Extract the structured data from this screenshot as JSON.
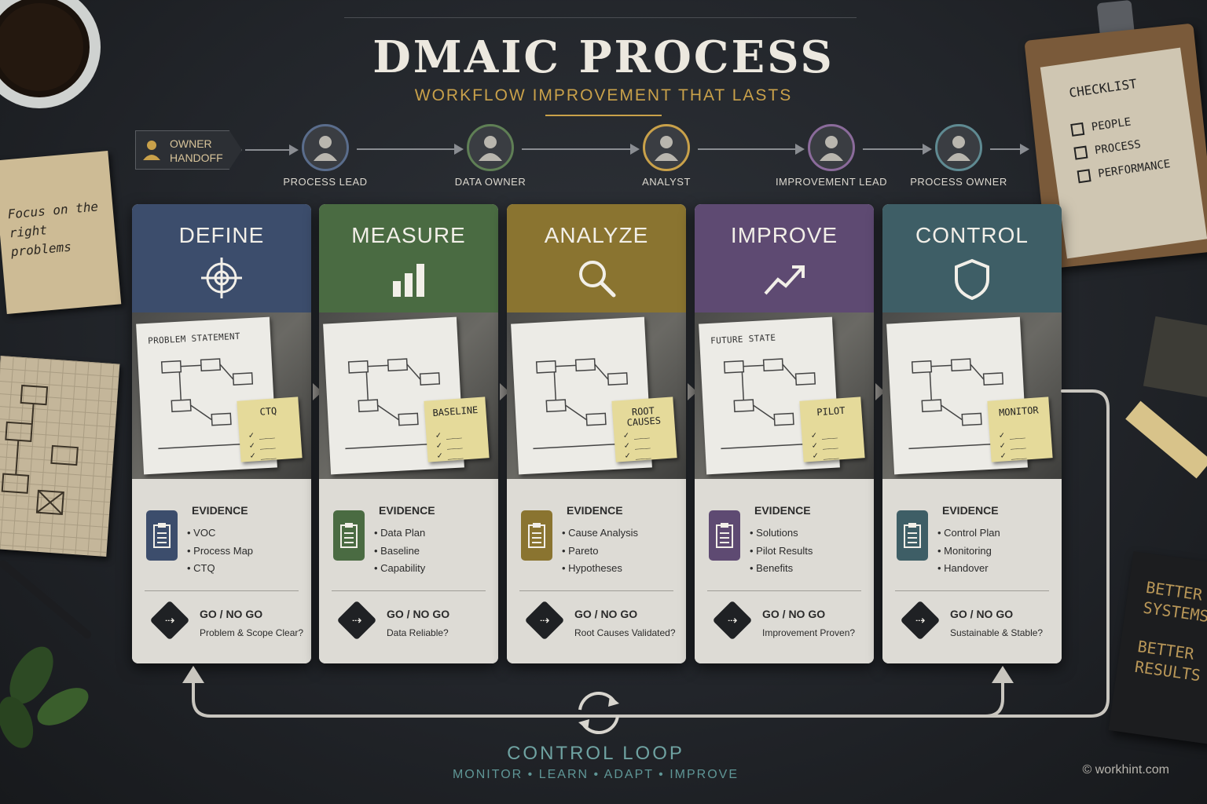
{
  "header": {
    "title": "DMAIC PROCESS",
    "subtitle": "WORKFLOW IMPROVEMENT THAT LASTS"
  },
  "handoff": {
    "label_line1": "OWNER",
    "label_line2": "HANDOFF"
  },
  "roles": [
    {
      "label": "PROCESS LEAD",
      "color": "#5a6d8c"
    },
    {
      "label": "DATA OWNER",
      "color": "#5f7f55"
    },
    {
      "label": "ANALYST",
      "color": "#c9a14a"
    },
    {
      "label": "IMPROVEMENT LEAD",
      "color": "#8b6b9b"
    },
    {
      "label": "PROCESS OWNER",
      "color": "#5f8a92"
    }
  ],
  "phases": [
    {
      "title": "DEFINE",
      "icon": "target-icon",
      "color": "#3c4d6c",
      "photo_paper_title": "PROBLEM STATEMENT",
      "sticky": "CTQ",
      "evidence_title": "EVIDENCE",
      "evidence": [
        "• VOC",
        "• Process Map",
        "• CTQ"
      ],
      "gate_title": "GO / NO GO",
      "gate_question": "Problem & Scope Clear?"
    },
    {
      "title": "MEASURE",
      "icon": "bar-chart-icon",
      "color": "#4a6b42",
      "photo_paper_title": "",
      "sticky": "BASELINE",
      "evidence_title": "EVIDENCE",
      "evidence": [
        "• Data Plan",
        "• Baseline",
        "• Capability"
      ],
      "gate_title": "GO / NO GO",
      "gate_question": "Data Reliable?"
    },
    {
      "title": "ANALYZE",
      "icon": "magnifier-icon",
      "color": "#8a7430",
      "photo_paper_title": "",
      "sticky": "ROOT CAUSES",
      "evidence_title": "EVIDENCE",
      "evidence": [
        "• Cause Analysis",
        "• Pareto",
        "• Hypotheses"
      ],
      "gate_title": "GO / NO GO",
      "gate_question": "Root Causes Validated?"
    },
    {
      "title": "IMPROVE",
      "icon": "trend-up-icon",
      "color": "#5e4a72",
      "photo_paper_title": "FUTURE STATE",
      "sticky": "PILOT",
      "evidence_title": "EVIDENCE",
      "evidence": [
        "• Solutions",
        "• Pilot Results",
        "• Benefits"
      ],
      "gate_title": "GO / NO GO",
      "gate_question": "Improvement Proven?"
    },
    {
      "title": "CONTROL",
      "icon": "shield-icon",
      "color": "#3e5e66",
      "photo_paper_title": "",
      "sticky": "MONITOR",
      "evidence_title": "EVIDENCE",
      "evidence": [
        "• Control Plan",
        "• Monitoring",
        "• Handover"
      ],
      "gate_title": "GO / NO GO",
      "gate_question": "Sustainable & Stable?"
    }
  ],
  "notes": {
    "left_note": "Focus on the right problems",
    "checklist_title": "CHECKLIST",
    "checklist_items": [
      "PEOPLE",
      "PROCESS",
      "PERFORMANCE"
    ],
    "book_line1": "BETTER SYSTEMS",
    "book_line2": "BETTER RESULTS"
  },
  "loop": {
    "title": "CONTROL LOOP",
    "subtitle": "MONITOR • LEARN • ADAPT • IMPROVE"
  },
  "copyright": "© workhint.com"
}
